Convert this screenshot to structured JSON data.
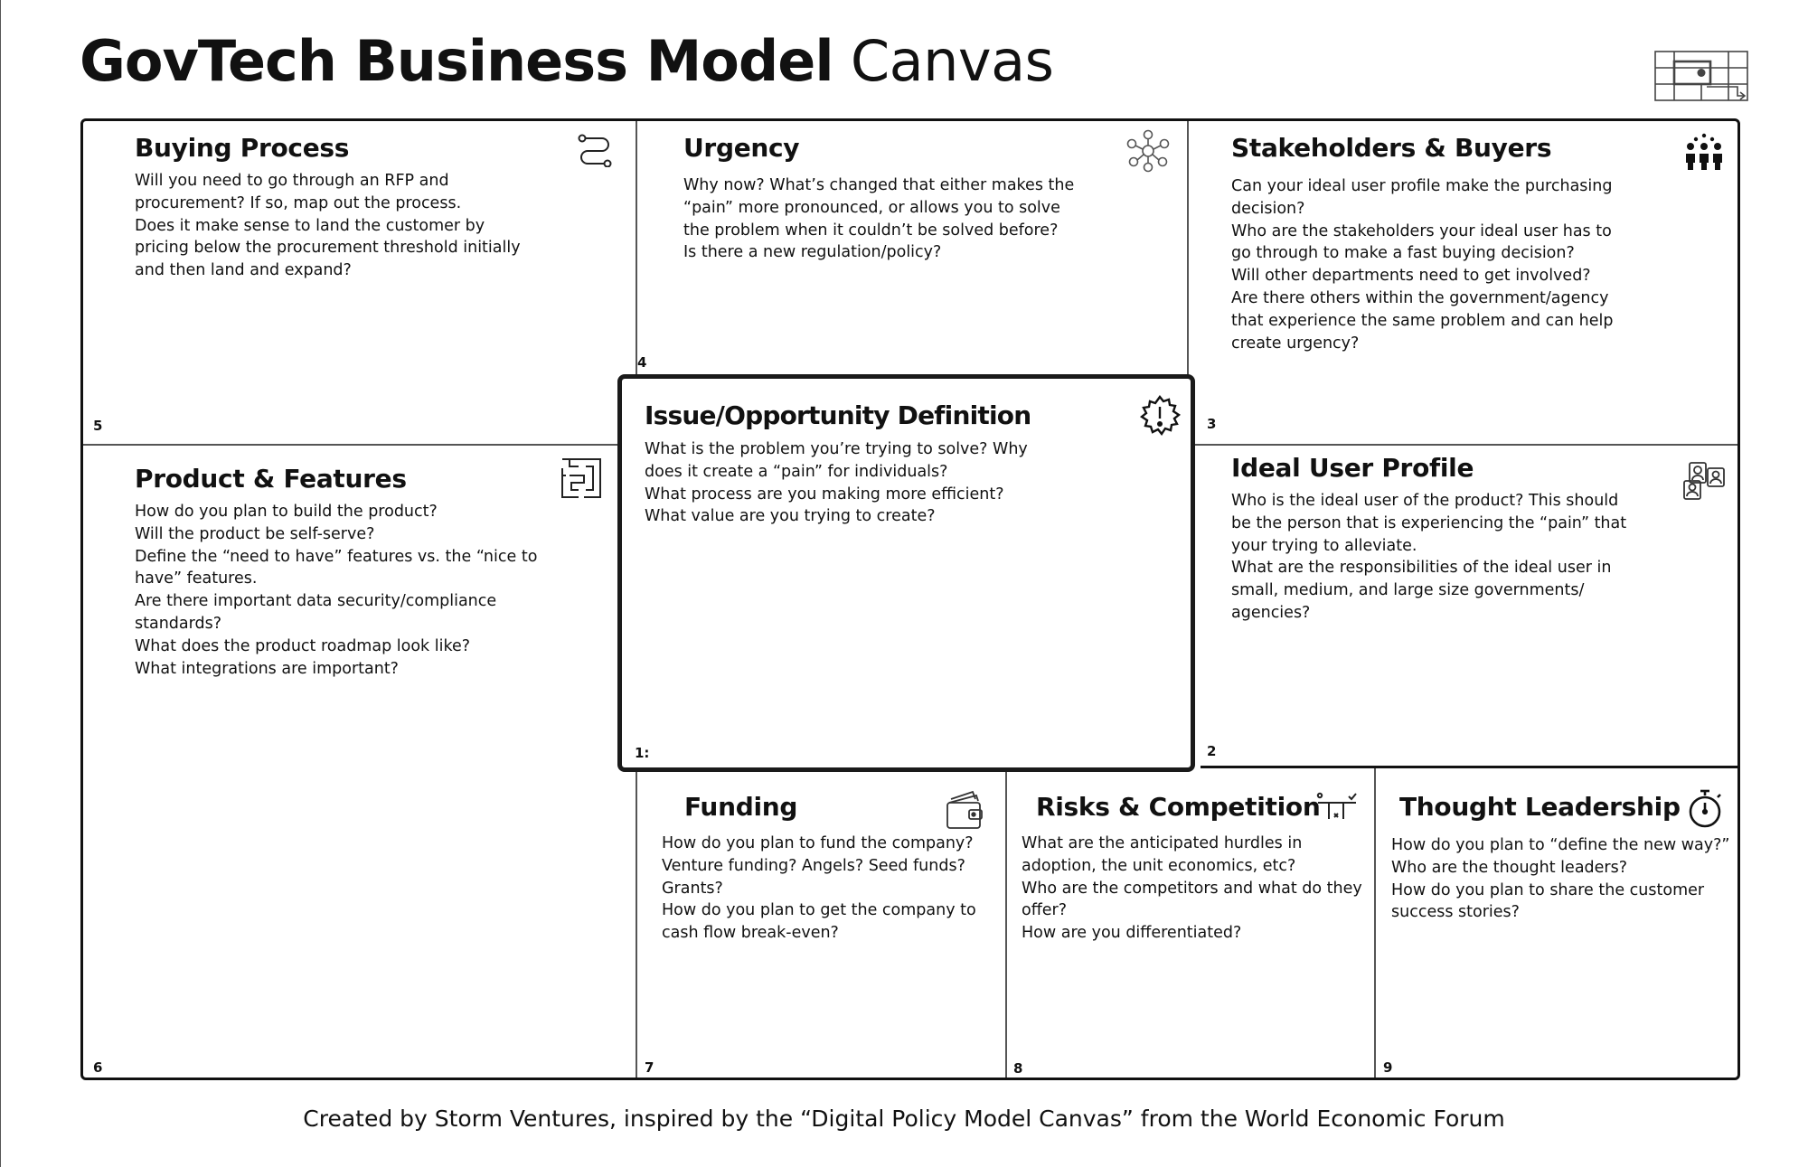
{
  "title": {
    "bold": "GovTech Business Model",
    "light": "Canvas"
  },
  "sections": {
    "buying_process": {
      "number": "5",
      "title": "Buying Process",
      "icon": "process-route-icon",
      "lines": [
        "Will you need to go through an RFP and",
        "procurement? If so, map out the process.",
        "Does it make sense to land the customer by",
        "pricing below the procurement threshold initially",
        "and then land and expand?"
      ]
    },
    "urgency": {
      "number": "4",
      "title": "Urgency",
      "icon": "network-icon",
      "lines": [
        "Why now? What’s changed that either makes the",
        "“pain” more pronounced, or allows you to solve",
        "the problem when it couldn’t be solved before?",
        "Is there a new regulation/policy?"
      ]
    },
    "stakeholders": {
      "number": "3",
      "title": "Stakeholders & Buyers",
      "icon": "people-group-icon",
      "lines": [
        "Can your ideal user profile make the purchasing",
        "decision?",
        "Who are the stakeholders your ideal user has to",
        "go through to make a fast buying decision?",
        "Will other departments need to get involved?",
        "Are there others within the government/agency",
        "that experience the same problem and can help",
        "create urgency?"
      ]
    },
    "issue": {
      "number": "1:",
      "title": "Issue/Opportunity Definition",
      "icon": "alert-badge-icon",
      "lines": [
        "What is the problem you’re trying to solve? Why",
        "does it create a “pain” for individuals?",
        "What process are you making more efficient?",
        "What value are you trying to create?"
      ]
    },
    "product": {
      "number": "6",
      "title": "Product & Features",
      "icon": "maze-icon",
      "lines": [
        "How do you plan to build the product?",
        "Will the product be self-serve?",
        "Define the “need to have” features vs. the “nice to",
        "have” features.",
        "Are there important data security/compliance",
        "standards?",
        "What does the product roadmap look like?",
        "What integrations are important?"
      ]
    },
    "ideal_user": {
      "number": "2",
      "title": "Ideal User Profile",
      "icon": "user-profiles-icon",
      "lines": [
        "Who is the ideal user of the product? This should",
        "be the person that is experiencing the “pain” that",
        "your trying to alleviate.",
        "What are the responsibilities of the ideal user in",
        "small, medium, and large size governments/",
        "agencies?"
      ]
    },
    "funding": {
      "number": "7",
      "title": "Funding",
      "icon": "wallet-icon",
      "lines": [
        "How do you plan to fund the company?",
        "Venture funding? Angels? Seed funds?",
        "Grants?",
        "How do you plan to get the company to",
        "cash flow break-even?"
      ]
    },
    "risks": {
      "number": "8",
      "title": "Risks & Competition",
      "icon": "hurdle-icon",
      "lines": [
        "What are the anticipated hurdles in",
        "adoption, the unit economics, etc?",
        "Who are the competitors and what do they",
        "offer?",
        "How are you differentiated?"
      ]
    },
    "thought": {
      "number": "9",
      "title": "Thought Leadership",
      "icon": "stopwatch-icon",
      "lines": [
        "How do you plan to “define the new way?”",
        "Who are the thought leaders?",
        "How do you plan to share the customer",
        "success stories?"
      ]
    }
  },
  "footer": "Created by Storm Ventures, inspired by the “Digital Policy Model Canvas” from the World Economic Forum"
}
